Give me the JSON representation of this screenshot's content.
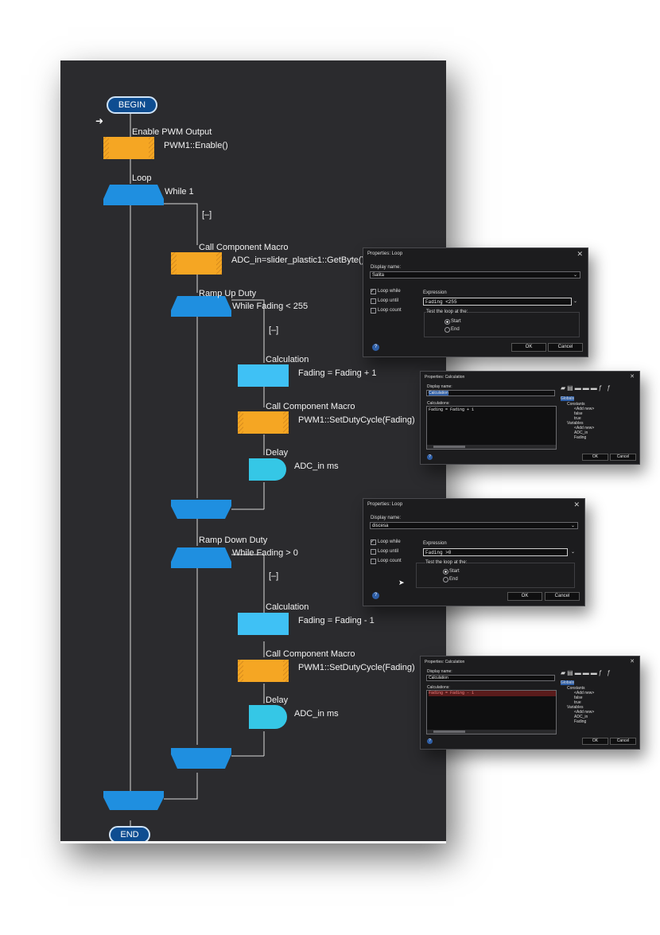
{
  "flowchart": {
    "begin": "BEGIN",
    "end": "END",
    "enable_title": "Enable PWM Output",
    "enable_code": "PWM1::Enable()",
    "loop_title": "Loop",
    "loop_cond": "While 1",
    "loop_toggle": "[–]",
    "macro1_title": "Call Component Macro",
    "macro1_code": "ADC_in=slider_plastic1::GetByte()",
    "rampup_title": "Ramp Up Duty",
    "rampup_cond": "While Fading < 255",
    "rampup_toggle": "[–]",
    "calc1_title": "Calculation",
    "calc1_code": "Fading = Fading + 1",
    "macro2_title": "Call Component Macro",
    "macro2_code": "PWM1::SetDutyCycle(Fading)",
    "delay1_title": "Delay",
    "delay1_code": "ADC_in ms",
    "rampdown_title": "Ramp Down Duty",
    "rampdown_cond": "While Fading > 0",
    "rampdown_toggle": "[–]",
    "calc2_title": "Calculation",
    "calc2_code": "Fading = Fading - 1",
    "macro3_title": "Call Component Macro",
    "macro3_code": "PWM1::SetDutyCycle(Fading)",
    "delay2_title": "Delay",
    "delay2_code": "ADC_in ms"
  },
  "colors": {
    "canvas": "#2b2b2e",
    "loop": "#1f8fe0",
    "macro": "#f5a623",
    "calc": "#3fc1f5",
    "delay": "#35c7e6"
  },
  "loop_dialog_1": {
    "title": "Properties: Loop",
    "display_name_label": "Display name:",
    "display_name": "Salita",
    "loop_while": "Loop while",
    "loop_until": "Loop until",
    "loop_count": "Loop count",
    "expression_label": "Expression",
    "expression": "Fading <255",
    "test_label": "Test the loop at the:",
    "start": "Start",
    "end": "End",
    "ok": "OK",
    "cancel": "Cancel"
  },
  "calc_dialog_1": {
    "title": "Properties: Calculation",
    "display_name_label": "Display name:",
    "display_name": "Calculation",
    "calculations_label": "Calculations:",
    "code": "Fading = Fading + 1",
    "tree": [
      "Globals",
      "Constants",
      "<Add new>",
      "false",
      "true",
      "Variables",
      "<Add new>",
      "ADC_in",
      "Fading"
    ],
    "ok": "OK",
    "cancel": "Cancel"
  },
  "loop_dialog_2": {
    "title": "Properties: Loop",
    "display_name_label": "Display name:",
    "display_name": "discesa",
    "loop_while": "Loop while",
    "loop_until": "Loop until",
    "loop_count": "Loop count",
    "expression_label": "Expression",
    "expression": "Fading >0",
    "test_label": "Test the loop at the:",
    "start": "Start",
    "end": "End",
    "ok": "OK",
    "cancel": "Cancel"
  },
  "calc_dialog_2": {
    "title": "Properties: Calculation",
    "display_name_label": "Display name:",
    "display_name": "Calculation",
    "calculations_label": "Calculations:",
    "code": "Fading = Fading - 1",
    "tree": [
      "Globals",
      "Constants",
      "<Add new>",
      "false",
      "true",
      "Variables",
      "<Add new>",
      "ADC_in",
      "Fading"
    ],
    "ok": "OK",
    "cancel": "Cancel"
  }
}
